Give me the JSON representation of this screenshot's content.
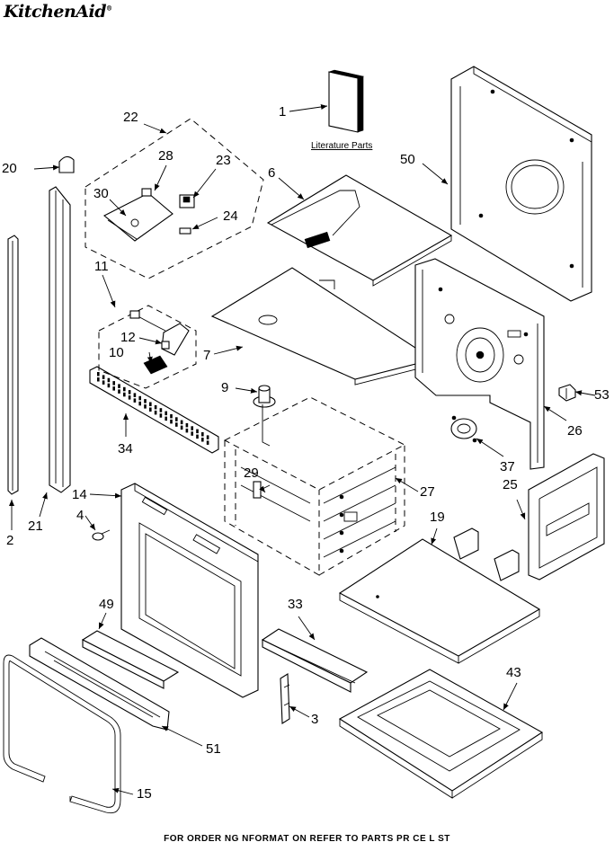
{
  "header": {
    "brand": "KitchenAid",
    "trademark": "®"
  },
  "literature_label": "Literature Parts",
  "footer": "FOR ORDER NG NFORMAT ON REFER TO PARTS PR CE L ST",
  "callouts": {
    "c1": "1",
    "c2": "2",
    "c3": "3",
    "c4": "4",
    "c6": "6",
    "c7": "7",
    "c9": "9",
    "c10": "10",
    "c11": "11",
    "c12": "12",
    "c14": "14",
    "c15": "15",
    "c19": "19",
    "c20": "20",
    "c21": "21",
    "c22": "22",
    "c23": "23",
    "c24": "24",
    "c25": "25",
    "c26": "26",
    "c27": "27",
    "c28": "28",
    "c29": "29",
    "c30": "30",
    "c33": "33",
    "c34": "34",
    "c37": "37",
    "c43": "43",
    "c49": "49",
    "c50": "50",
    "c51": "51",
    "c53": "53"
  }
}
